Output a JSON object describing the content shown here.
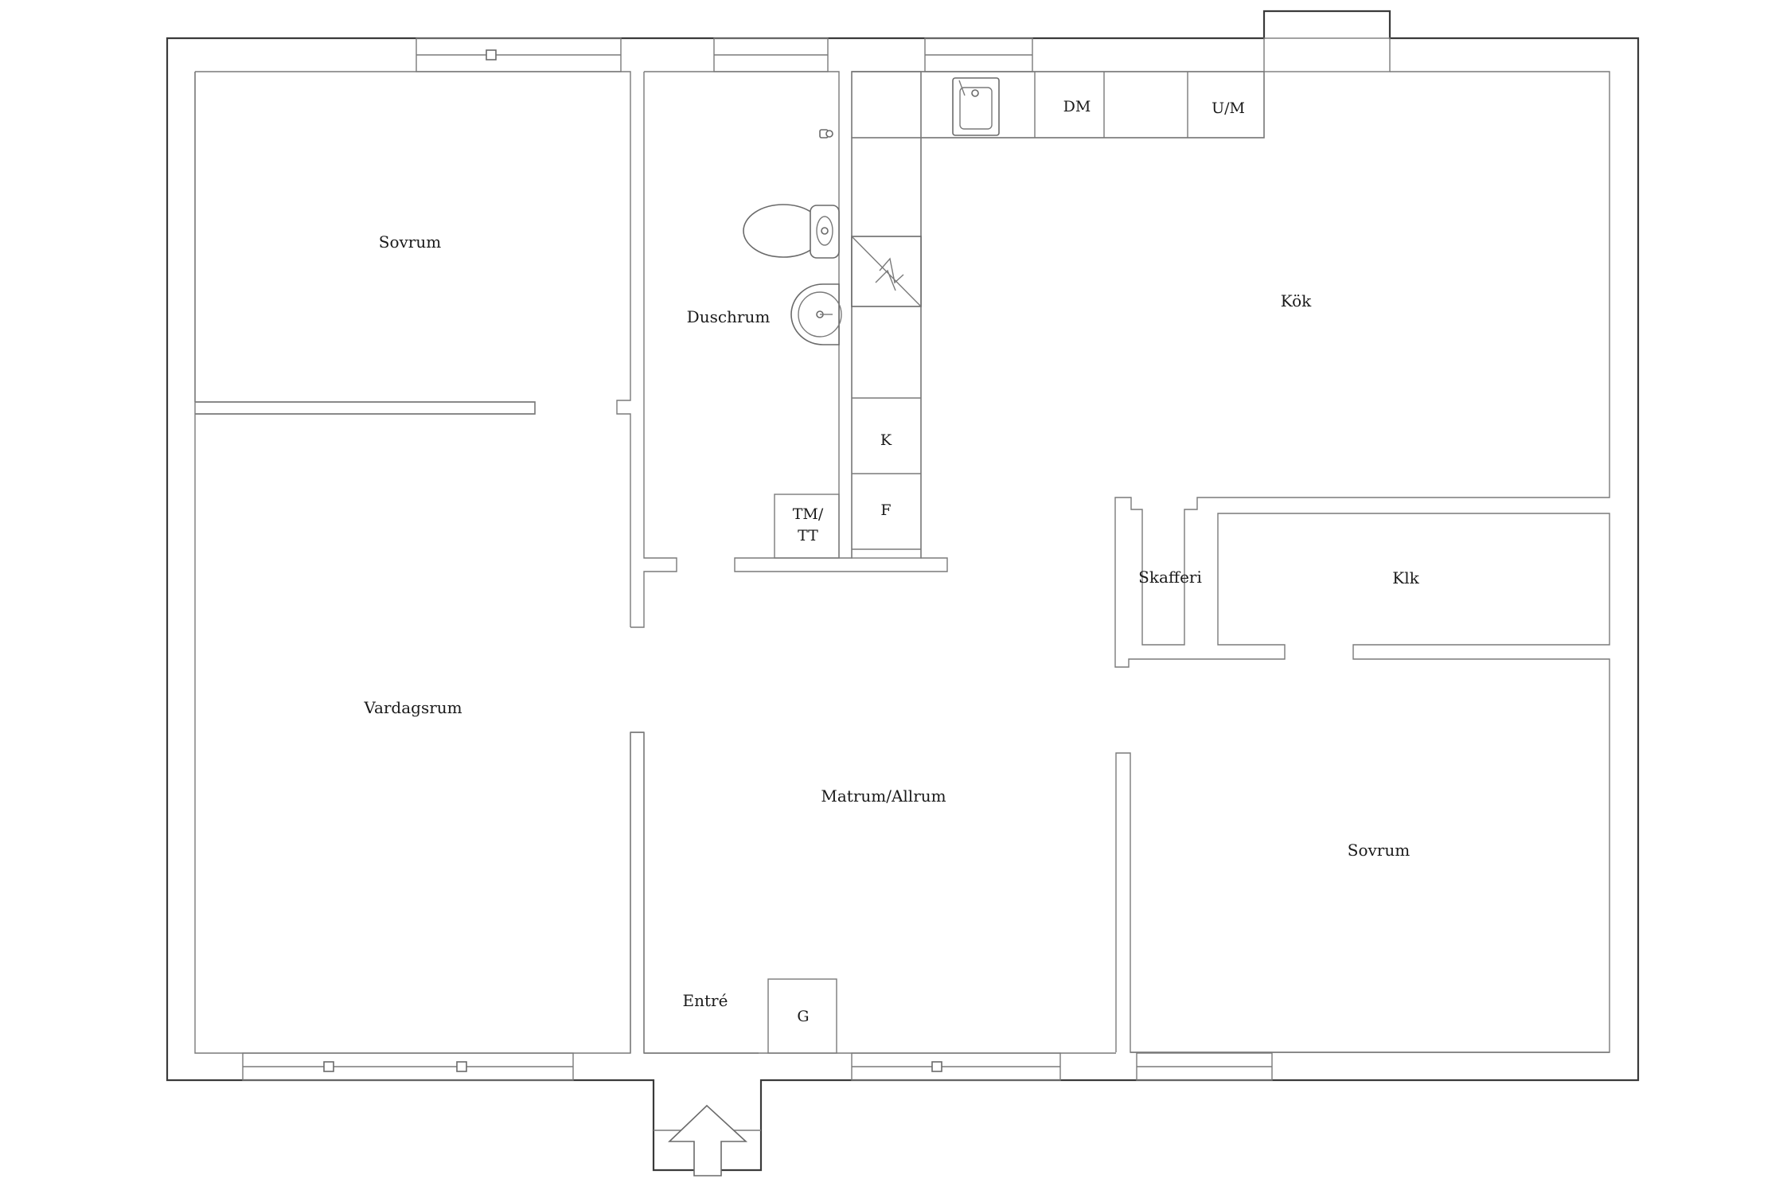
{
  "plan": {
    "rooms": [
      {
        "name": "Sovrum"
      },
      {
        "name": "Duschrum"
      },
      {
        "name": "Kök"
      },
      {
        "name": "Vardagsrum"
      },
      {
        "name": "Matrum/Allrum"
      },
      {
        "name": "Skafferi"
      },
      {
        "name": "Klk"
      },
      {
        "name": "Sovrum"
      },
      {
        "name": "Entré"
      }
    ],
    "fixtures": {
      "dishwasher": "DM",
      "microwave_oven": "U/M",
      "freezer": "K",
      "fridge": "F",
      "washer_dryer_line1": "TM/",
      "washer_dryer_line2": "TT",
      "wardrobe": "G"
    }
  }
}
